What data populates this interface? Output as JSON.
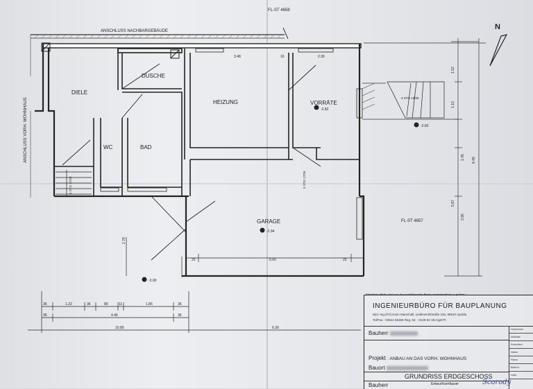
{
  "drawing": {
    "top_parcel": "FL-ST 4658",
    "right_parcel": "FL-ST 4657",
    "top_neighbor": "ANSCHLUSS NACHBARGEBÄUDE",
    "left_existing": "ANSCHLUSS VORH. WOHNHAUS",
    "north": "N",
    "rooms": {
      "diele": "DIELE",
      "dusche": "DUSCHE",
      "heizung": "HEIZUNG",
      "vorraete": "VORRÄTE",
      "wc": "WC",
      "bad": "BAD",
      "garage": "GARAGE"
    },
    "levels": {
      "vorraete": "-2.82",
      "garage": "-2.94",
      "outside_right": "-2.60",
      "outside_bottom": "-3.00"
    },
    "dims": {
      "heizung_w": "3.48",
      "wall_16": "16",
      "vorraete_w": "2.36",
      "garage_left": "25",
      "garage_w": "6.00",
      "garage_right": "25",
      "garage_depth": "2.78",
      "bottom_total_left": "10.80",
      "bottom_total_right": "6.30",
      "bottom_total_mid": "4.46",
      "right_a": "1.52",
      "right_b": "1.10",
      "right_c": "1.45",
      "right_total": "8.49",
      "right_d": "5.87",
      "right_e": "3.96",
      "stair_left": "5 STG 17/28",
      "stair_mid": "5 STG 17/26",
      "stair_right": "3 STG 18/35",
      "chain": [
        "36",
        "1.22",
        "36",
        "89",
        "11",
        "1.86",
        "36"
      ],
      "chain2_left": "36",
      "chain2_right": "36"
    }
  },
  "title_block": {
    "note": "Sämtliche Maße sind von der ausführenden Firma verantwortlich zu prüfen !",
    "firm": "INGENIEURBÜRO FÜR BAUPLANUNG",
    "firm_line1": "Dipl.-Ing.(FH) Karin Marschall, Liebknechtstraße 23a, 99510 Apolda",
    "firm_line2": "Tel/Fax : 03644  55386    Reg.-Nr. : 0129-94 VB     IngKTh",
    "bauherr_label": "Bauherr",
    "projekt_label": "Projekt",
    "projekt_value": ": ANBAU AN DAS VORH. WOHNHAUS",
    "bauort_label": "Bauort",
    "plan_title": "GRUNDRISS ERDGESCHOSS",
    "bauherr2_label": "Bauherr",
    "entwurf_label": "Entwurfsverfasser",
    "side_labels": [
      "Gezeichnet",
      "Maßstab",
      "Kontrolliert",
      "Datum",
      "Plannr.",
      "Blatt-Nr.",
      "Index"
    ]
  }
}
